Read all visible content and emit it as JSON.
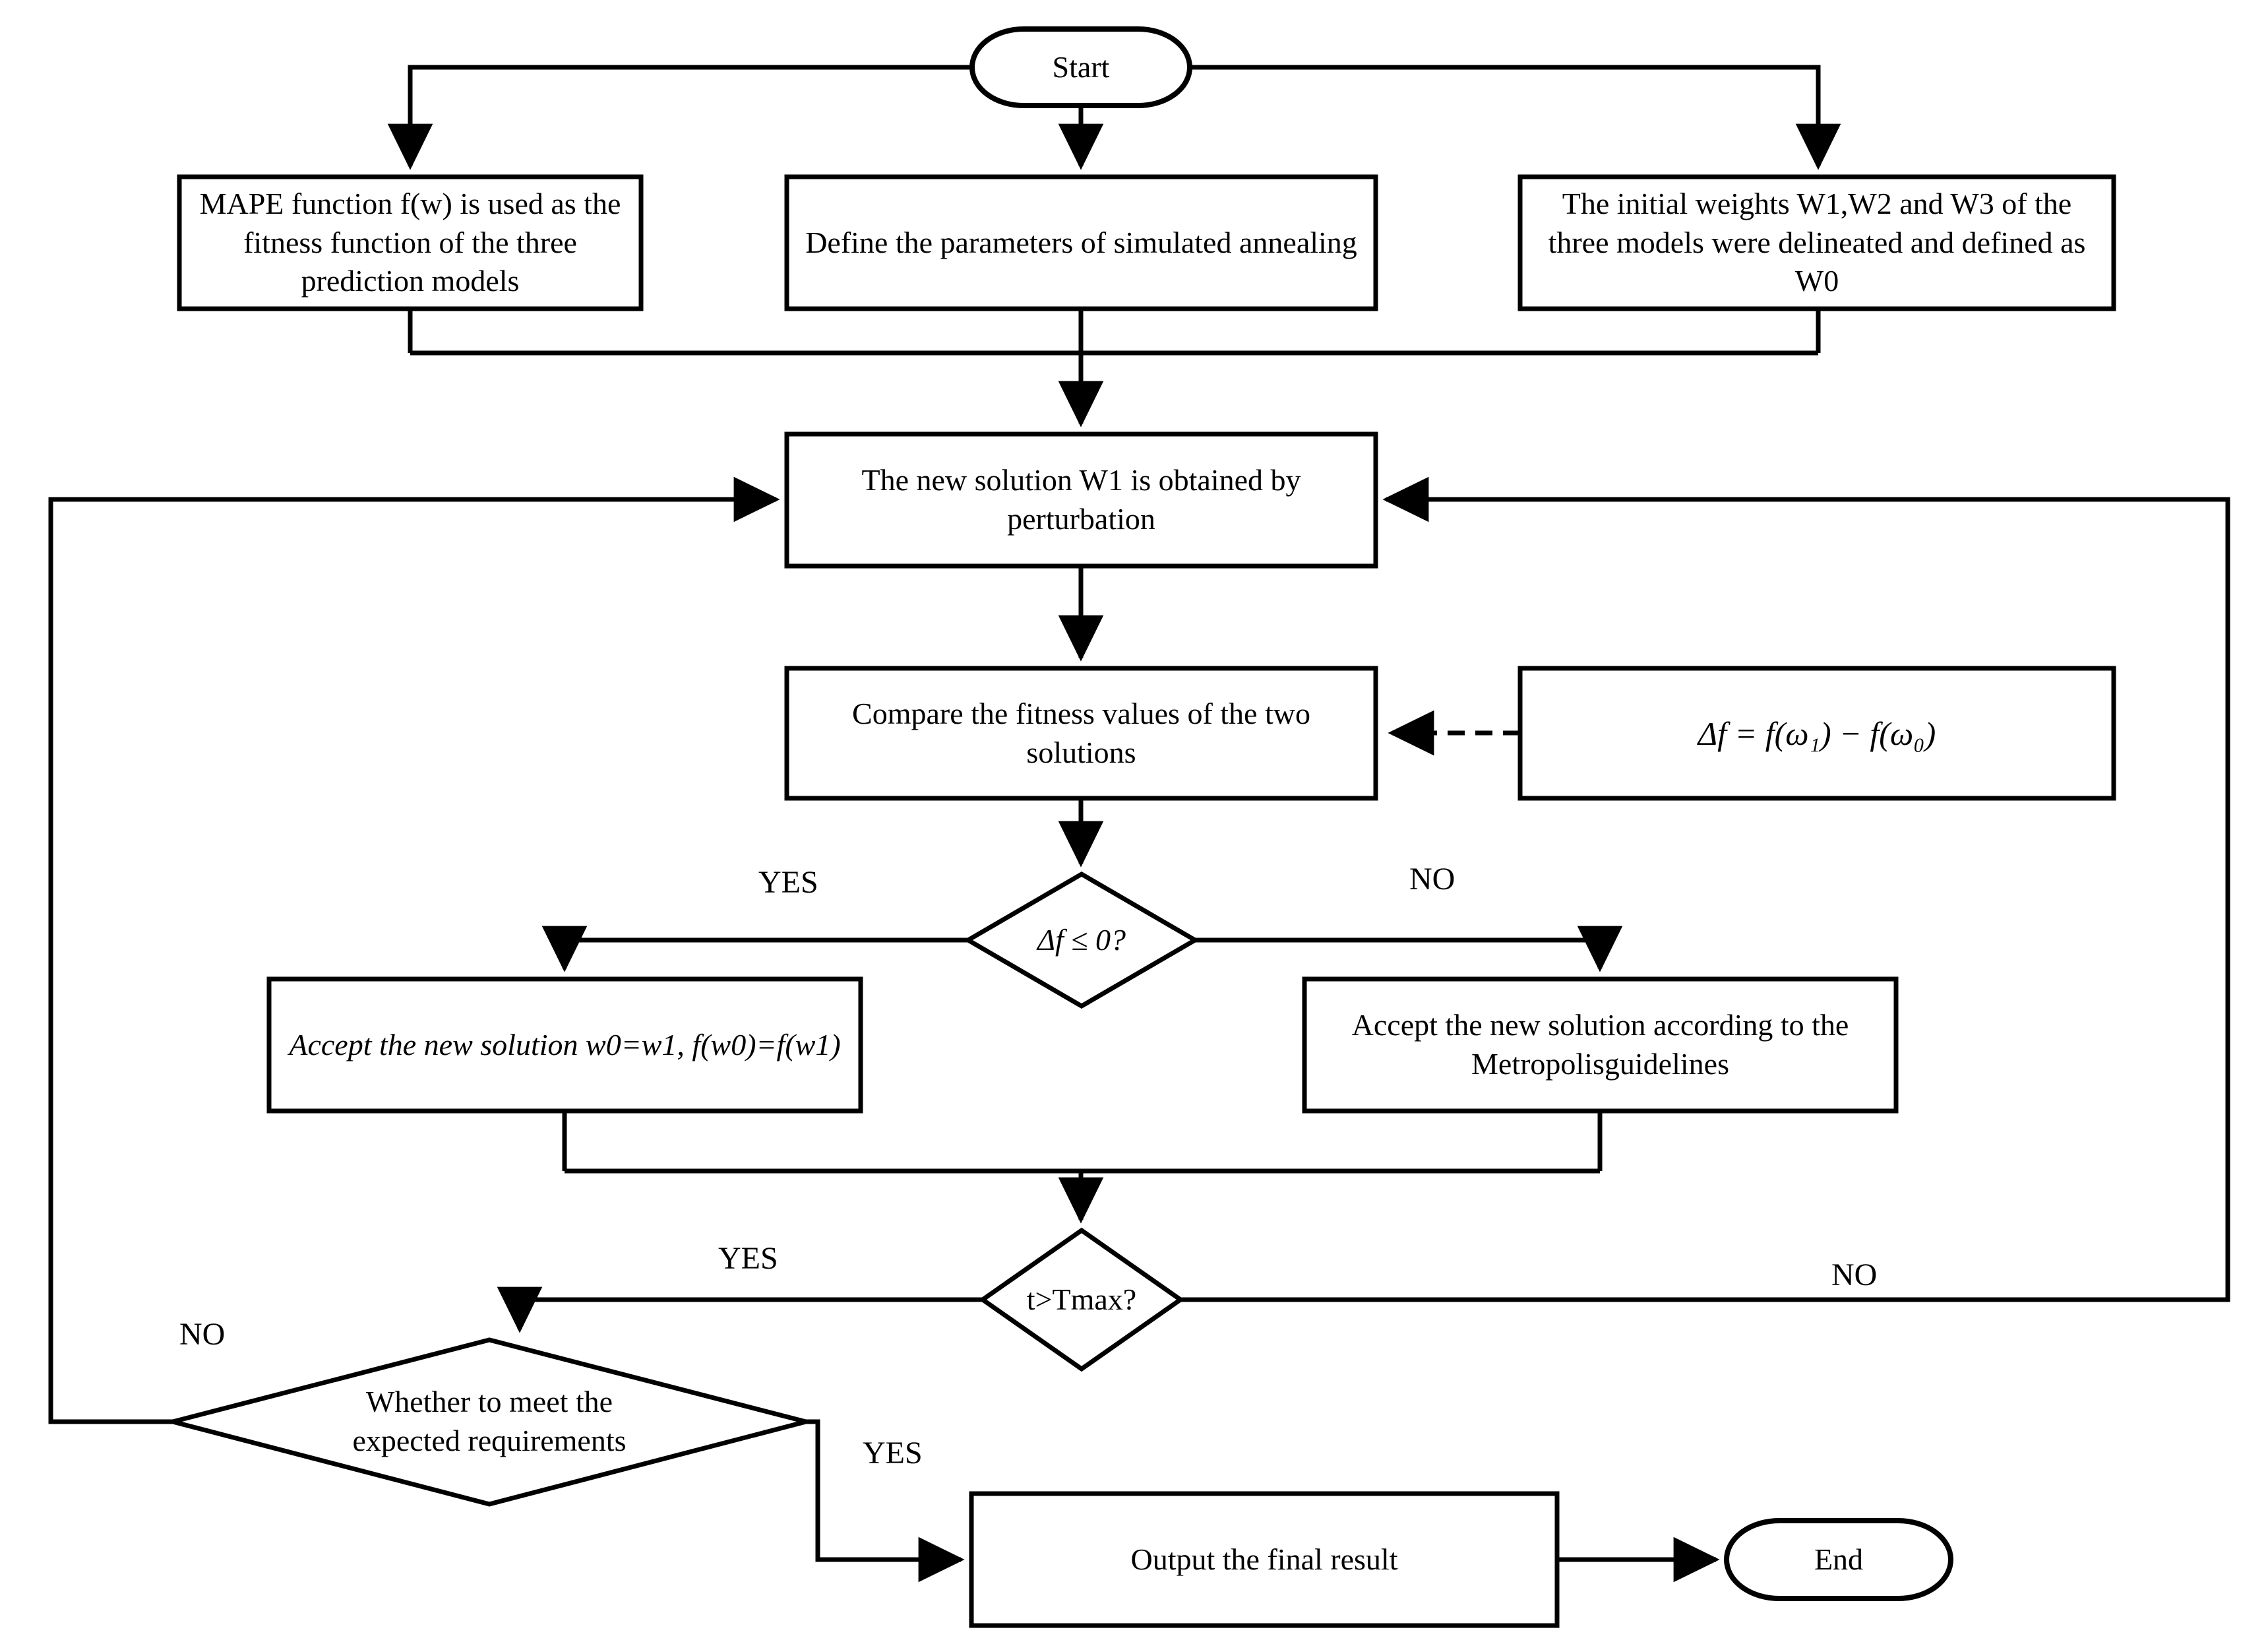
{
  "diagram": {
    "title": "Simulated annealing weight-optimization flowchart",
    "stroke_color": "#000000",
    "fill_color": "#ffffff"
  },
  "nodes": {
    "start": {
      "label": "Start",
      "shape": "terminator"
    },
    "mape": {
      "label": "MAPE function f(w) is used as the fitness function of the three prediction models",
      "shape": "process"
    },
    "params": {
      "label": "Define the parameters of simulated annealing",
      "shape": "process"
    },
    "weights": {
      "label": "The initial weights W1,W2 and W3 of the three models were delineated and defined as W0",
      "shape": "process"
    },
    "newsol": {
      "label": "The new solution W1 is obtained by perturbation",
      "shape": "process"
    },
    "compare": {
      "label": "Compare the fitness values of the two solutions",
      "shape": "process"
    },
    "formula": {
      "label": "Δf = f(ω₁) − f(ω₀)",
      "shape": "process"
    },
    "decide_df": {
      "label": "Δf ≤ 0?",
      "shape": "decision"
    },
    "accept_direct": {
      "label": "Accept the new solution w0=w1, f(w0)=f(w1)",
      "shape": "process"
    },
    "accept_metropolis": {
      "label": "Accept the new solution according to the Metropolisguidelines",
      "shape": "process"
    },
    "decide_tmax": {
      "label": "t>Tmax?",
      "shape": "decision"
    },
    "decide_req": {
      "label": "Whether to meet the expected requirements",
      "shape": "decision"
    },
    "output": {
      "label": "Output the final result",
      "shape": "process"
    },
    "end": {
      "label": "End",
      "shape": "terminator"
    }
  },
  "edge_labels": {
    "df_yes": "YES",
    "df_no": "NO",
    "tmax_yes": "YES",
    "tmax_no": "NO",
    "req_no": "NO",
    "req_yes": "YES"
  }
}
